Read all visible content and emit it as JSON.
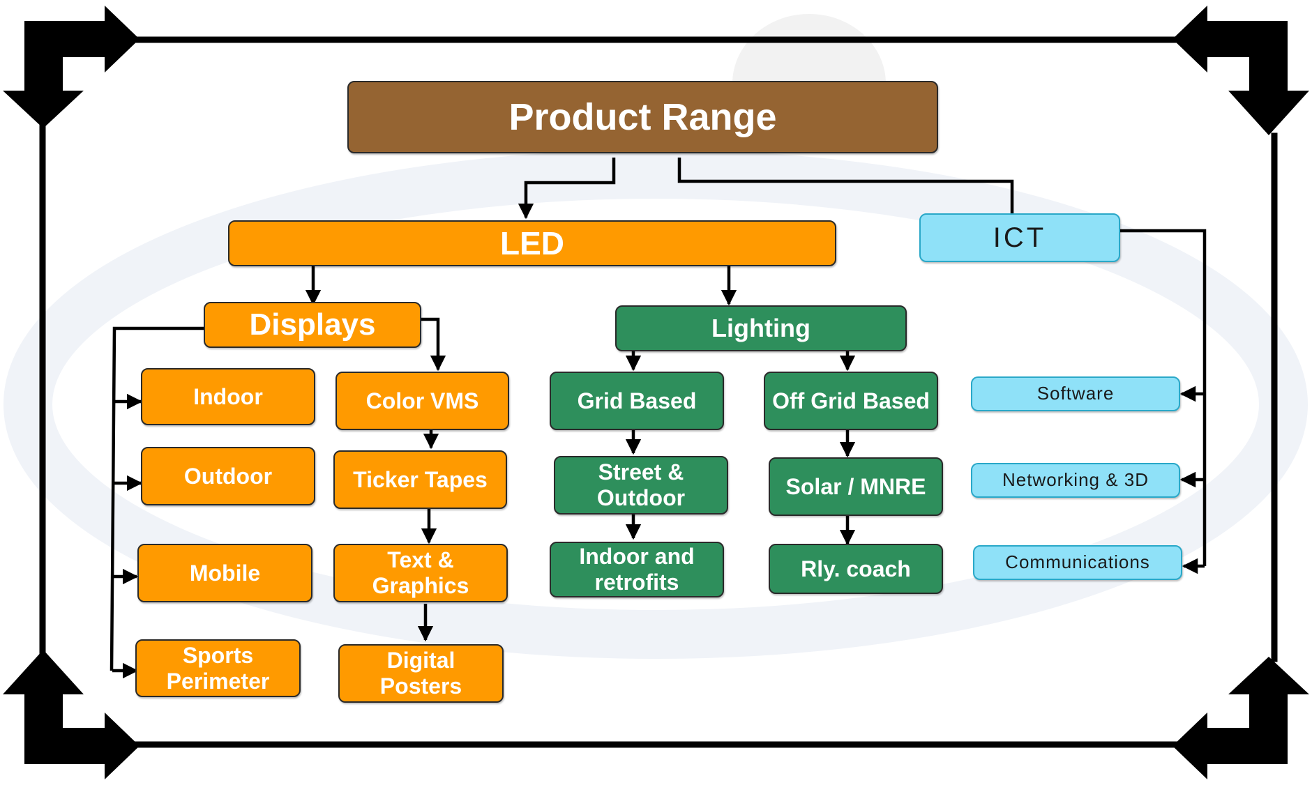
{
  "diagram": {
    "title": "Product Range",
    "branches": [
      {
        "label": "LED",
        "groups": [
          {
            "label": "Displays",
            "columns": [
              [
                "Indoor",
                "Outdoor",
                "Mobile",
                "Sports Perimeter"
              ],
              [
                "Color VMS",
                "Ticker Tapes",
                "Text & Graphics",
                "Digital Posters"
              ]
            ]
          },
          {
            "label": "Lighting",
            "columns": [
              [
                "Grid Based",
                "Street & Outdoor",
                "Indoor and retrofits"
              ],
              [
                "Off Grid Based",
                "Solar / MNRE",
                "Rly. coach"
              ]
            ]
          }
        ]
      },
      {
        "label": "ICT",
        "items": [
          "Software",
          "Networking & 3D",
          "Communications"
        ]
      }
    ]
  },
  "colors": {
    "root": "#956432",
    "led": "#ff9a00",
    "lighting": "#2e8f5c",
    "ict": "#8fe1f8",
    "frame": "#000000"
  }
}
